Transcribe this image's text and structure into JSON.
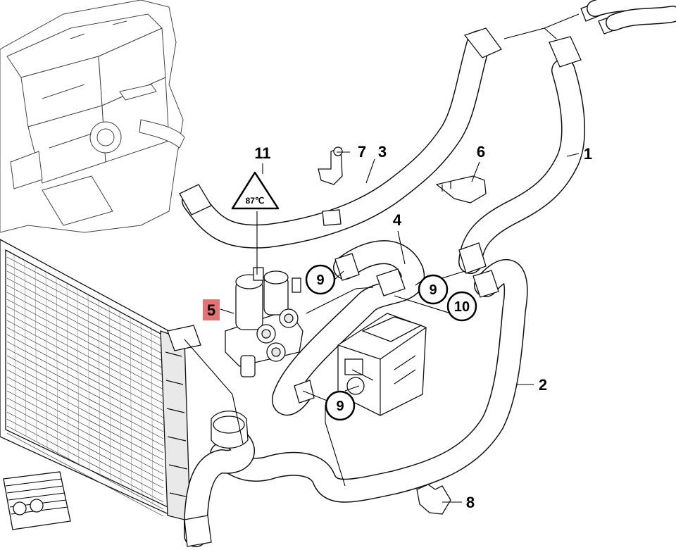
{
  "callouts": {
    "p1": "1",
    "p2": "2",
    "p3": "3",
    "p4": "4",
    "p5": "5",
    "p6": "6",
    "p7": "7",
    "p8": "8",
    "p9a": "9",
    "p9b": "9",
    "p9c": "9",
    "p10": "10",
    "p11": "11"
  },
  "highlight_color": "#e05a5a",
  "warning_symbol_text": "87℃"
}
